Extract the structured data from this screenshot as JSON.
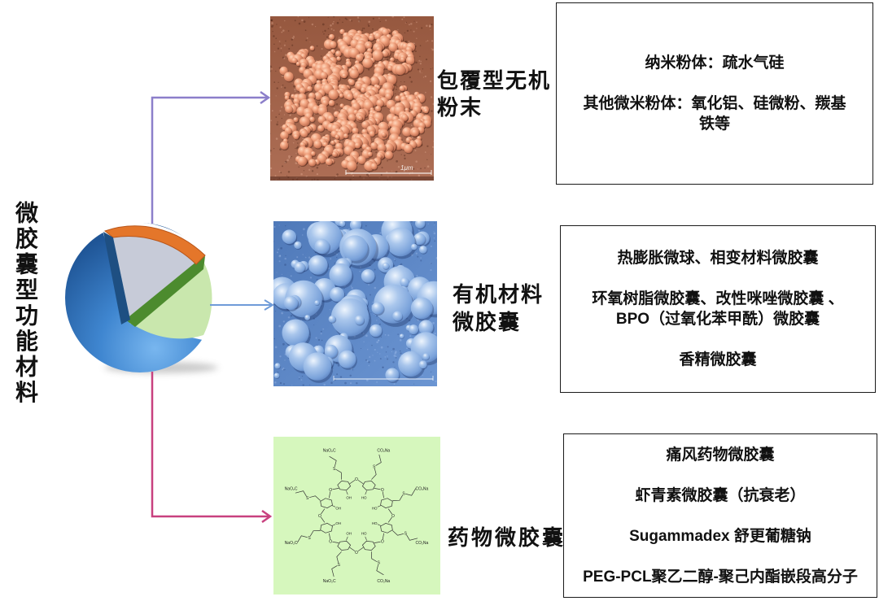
{
  "title": "微胶囊型功能材料",
  "colors": {
    "connector_purple": "#8c7fca",
    "connector_blue": "#6f9bd8",
    "connector_magenta": "#c8417f",
    "sphere_orange": "#e4762a",
    "sphere_grey": "#c7cbd8",
    "sphere_green": "#c9e7ad",
    "molecule_background": "#d6f7bd"
  },
  "branches": [
    {
      "label_lines": [
        "包覆型无机",
        "粉末"
      ],
      "scale_label": "1μm",
      "items": [
        {
          "lines": [
            "纳米粉体：疏水气硅"
          ]
        },
        {
          "lines": [
            "其他微米粉体：氧化铝、硅微粉、羰基",
            "铁等"
          ]
        }
      ]
    },
    {
      "label_lines": [
        "有机材料",
        "微胶囊"
      ],
      "items": [
        {
          "lines": [
            "热膨胀微球、相变材料微胶囊"
          ]
        },
        {
          "lines": [
            "环氧树脂微胶囊、改性咪唑微胶囊 、",
            "BPO（过氧化苯甲酰）微胶囊"
          ]
        },
        {
          "lines": [
            "香精微胶囊"
          ]
        }
      ]
    },
    {
      "label_lines": [
        "药物微胶囊"
      ],
      "items": [
        {
          "lines": [
            "痛风药物微胶囊"
          ]
        },
        {
          "lines": [
            "虾青素微胶囊（抗衰老）"
          ]
        },
        {
          "lines": [
            "Sugammadex 舒更葡糖钠"
          ]
        },
        {
          "lines": [
            "PEG-PCL聚乙二醇-聚己内酯嵌段高分子"
          ]
        }
      ]
    }
  ],
  "structure_labels": {
    "carboxylate_right": "CO₂Na",
    "carboxylate_left": "NaO₂C",
    "hydroxyl_right": "OH",
    "hydroxyl_left": "HO",
    "ring_oxygen": "O",
    "sulfur": "S"
  }
}
